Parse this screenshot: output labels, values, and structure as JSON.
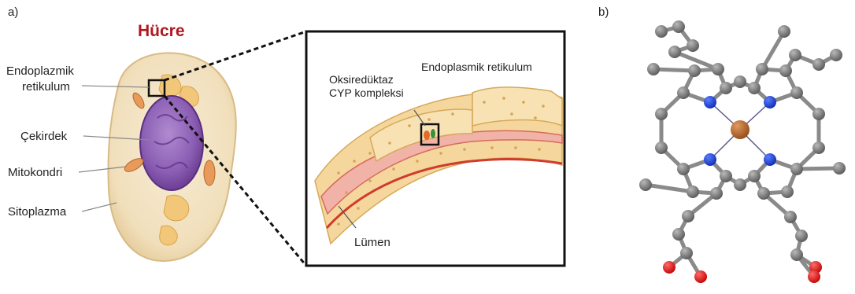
{
  "panel_a": {
    "label": "a)",
    "title": "Hücre",
    "title_color": "#b0171f",
    "labels": {
      "er": "Endoplazmik",
      "er2": "retikulum",
      "nucleus": "Çekirdek",
      "mito": "Mitokondri",
      "cyto": "Sitoplazma"
    },
    "zoom": {
      "title": "Endoplasmik retikulum",
      "complex": "Oksiredüktaz",
      "complex2": "CYP kompleksi",
      "lumen": "Lümen"
    }
  },
  "panel_b": {
    "label": "b)",
    "atom_colors": {
      "carbon": "#7a7a7a",
      "nitrogen": "#1e3fd6",
      "iron": "#b8642c",
      "oxygen": "#e01616"
    }
  }
}
